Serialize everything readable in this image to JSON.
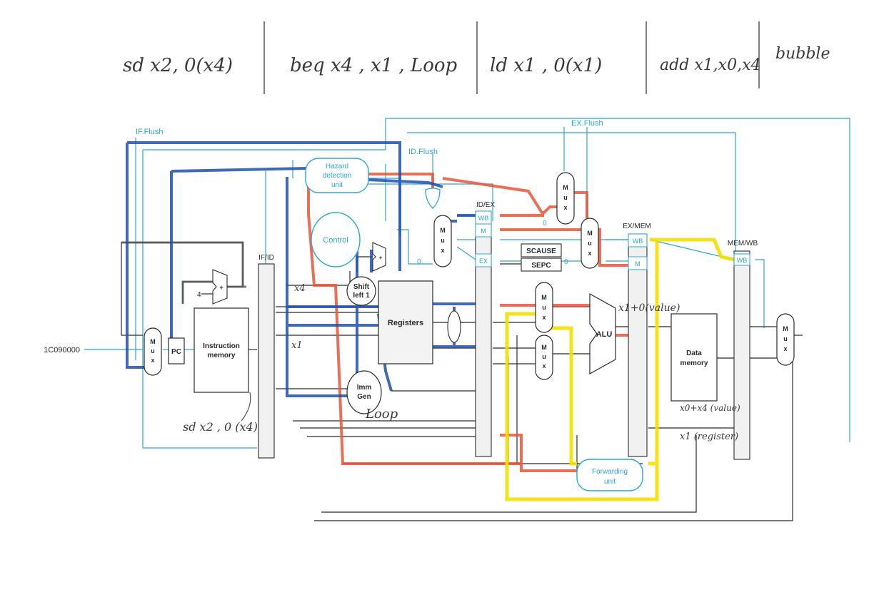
{
  "handwritten_stages": [
    {
      "text": "sd  x2, 0(x4)"
    },
    {
      "text": "beq  x4 , x1 , Loop"
    },
    {
      "text": "ld   x1 , 0(x1)"
    },
    {
      "text": "add  x1,x0,x4"
    },
    {
      "text": "bubble"
    }
  ],
  "signals": {
    "if_flush": "IF.Flush",
    "id_flush": "ID.Flush",
    "ex_flush": "EX.Flush"
  },
  "pipeline_registers": {
    "if_id": "IF/ID",
    "id_ex": "ID/EX",
    "ex_mem": "EX/MEM",
    "mem_wb": "MEM/WB"
  },
  "control_fields": {
    "wb": "WB",
    "m": "M",
    "ex": "EX"
  },
  "units": {
    "hazard_detection_line1": "Hazard",
    "hazard_detection_line2": "detection",
    "hazard_detection_line3": "unit",
    "control": "Control",
    "instruction_memory_line1": "Instruction",
    "instruction_memory_line2": "memory",
    "pc": "PC",
    "registers": "Registers",
    "shift_left_line1": "Shift",
    "shift_left_line2": "left 1",
    "imm_gen_line1": "Imm",
    "imm_gen_line2": "Gen",
    "alu": "ALU",
    "data_memory_line1": "Data",
    "data_memory_line2": "memory",
    "forwarding_unit_line1": "Forwarding",
    "forwarding_unit_line2": "unit",
    "scause": "SCAUSE",
    "sepc": "SEPC",
    "mux_letters": [
      "M",
      "u",
      "x"
    ],
    "adder_plus": "+"
  },
  "constants": {
    "exception_address": "1C090000",
    "pc_increment": "4",
    "zero": "0"
  },
  "handwritten_notes": {
    "if_id_x4": "x4",
    "if_id_x1": "x1",
    "loop": "Loop",
    "sd_below_imem": "sd   x2 , 0 (x4)",
    "alu_value": "x1+0(value)",
    "mem_value": "x0+x4 (value)",
    "mem_register": "x1 (register)"
  },
  "highlight_colors": {
    "diagram_lines": "#2aa7d8",
    "blue_marker": "#1f4fb0",
    "red_marker": "#e8553a",
    "yellow_marker": "#f2e100",
    "black_marker": "#555555"
  }
}
